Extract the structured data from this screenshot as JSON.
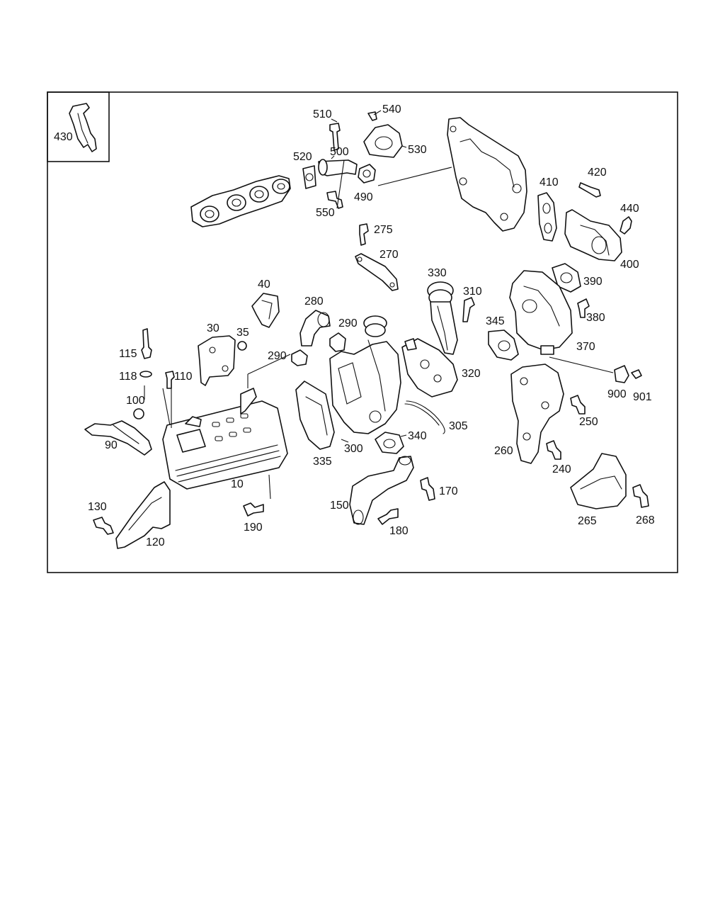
{
  "diagram": {
    "labels": {
      "p430": "430",
      "p510": "510",
      "p540": "540",
      "p530": "530",
      "p520": "520",
      "p500": "500",
      "p490": "490",
      "p550": "550",
      "p410": "410",
      "p420": "420",
      "p440": "440",
      "p400": "400",
      "p275": "275",
      "p270": "270",
      "p330": "330",
      "p310": "310",
      "p390": "390",
      "p380": "380",
      "p345": "345",
      "p370": "370",
      "p40": "40",
      "p280": "280",
      "p290a": "290",
      "p30": "30",
      "p35": "35",
      "p290b": "290",
      "p115": "115",
      "p118": "118",
      "p110": "110",
      "p100": "100",
      "p320": "320",
      "p900": "900",
      "p901": "901",
      "p250": "250",
      "p305": "305",
      "p90": "90",
      "p340": "340",
      "p300": "300",
      "p335": "335",
      "p260": "260",
      "p240": "240",
      "p10": "10",
      "p170": "170",
      "p150": "150",
      "p130": "130",
      "p190": "190",
      "p180": "180",
      "p265": "265",
      "p268": "268",
      "p120": "120"
    }
  }
}
